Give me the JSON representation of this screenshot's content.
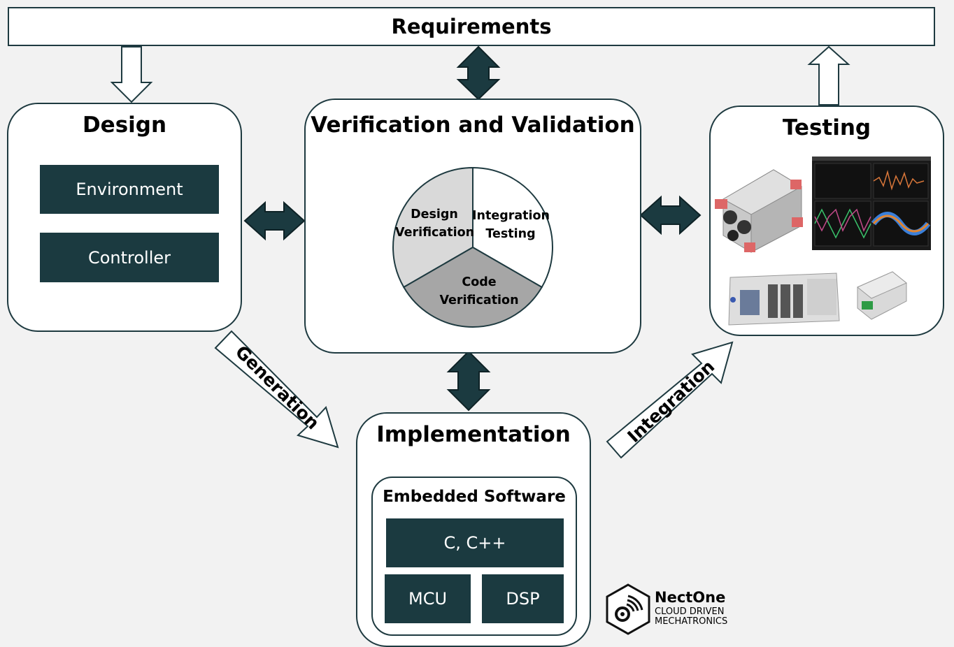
{
  "requirements": {
    "title": "Requirements"
  },
  "design": {
    "title": "Design",
    "items": [
      "Environment",
      "Controller"
    ]
  },
  "vv": {
    "title": "Verification and Validation",
    "segments": [
      {
        "label_line1": "Design",
        "label_line2": "Verification",
        "color": "#d9d9d9"
      },
      {
        "label_line1": "Integration",
        "label_line2": "Testing",
        "color": "#ffffff"
      },
      {
        "label_line1": "Code",
        "label_line2": "Verification",
        "color": "#a6a6a6"
      }
    ]
  },
  "testing": {
    "title": "Testing"
  },
  "implementation": {
    "title": "Implementation",
    "embedded": {
      "title": "Embedded Software",
      "language": "C, C++",
      "targets": [
        "MCU",
        "DSP"
      ]
    }
  },
  "flows": {
    "generation": "Generation",
    "integration": "Integration"
  },
  "brand": {
    "name": "NectOne",
    "tagline_line1": "CLOUD DRIVEN",
    "tagline_line2": "MECHATRONICS"
  },
  "colors": {
    "dark_teal": "#1b3a40",
    "background": "#f2f2f2"
  }
}
